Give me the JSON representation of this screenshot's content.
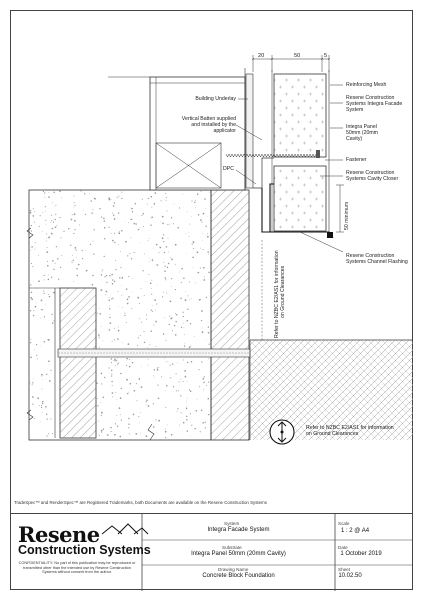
{
  "labels": {
    "reinforcing_mesh": "Reinforcing Mesh",
    "building_underlay": "Building Underlay",
    "integra_facade_system": [
      "Resene Construction",
      "Systems Integra Facade",
      "System"
    ],
    "vertical_batten": [
      "Vertical Batten supplied",
      "and installed by the",
      "applicator"
    ],
    "integra_panel": [
      "Integra Panel",
      "50mm (20mm",
      "Cavity)"
    ],
    "fastener": "Fastener",
    "dpc": "DPC",
    "cavity_closer": [
      "Resene Construction",
      "Systems Cavity Closer"
    ],
    "min_50": "50 minimum",
    "channel_flashing": [
      "Resene Construction",
      "Systems Channel Flashing"
    ],
    "nzbc_vertical": [
      "Refer to NZBC E2/AS1 for information",
      "on Ground Clearances"
    ],
    "nzbc_note": [
      "Refer to NZBC E2/AS1 for information",
      "on Ground Clearances"
    ]
  },
  "dimensions": {
    "d20": "20",
    "d50": "50",
    "d5": "5"
  },
  "trademark_note": "TradeSpec™ and RenderSpec™ are Registered Trademarks, both Documents are available on the Resene Construction Systems",
  "title_block": {
    "logo_word": "Resene",
    "logo_sub": "Construction Systems",
    "confidentiality": "CONFIDENTIALITY: No part of this publication may be reproduced or transmitted other than the intended use by Resene Construction Systems without consent from the author.",
    "system_label": "System",
    "system_value": "Integra Facade System",
    "substrate_label": "Substrate",
    "substrate_value": "Integra Panel 50mm (20mm Cavity)",
    "drawing_label": "Drawing Name",
    "drawing_value": "Concrete Block Foundation",
    "scale_label": "Scale",
    "scale_value": "1 : 2 @ A4",
    "date_label": "Date",
    "date_value": "1 October 2019",
    "sheet_label": "Sheet",
    "sheet_value": "10.02.50"
  },
  "colors": {
    "line": "#333333",
    "hatch": "#555555",
    "light": "#888888"
  }
}
